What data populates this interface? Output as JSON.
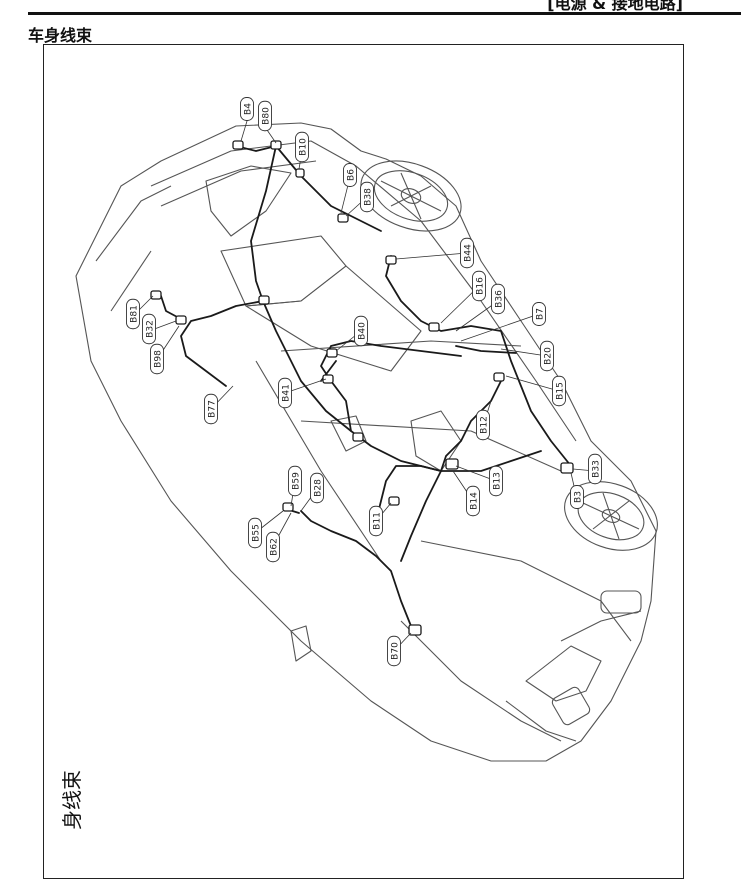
{
  "header": {
    "title": "[电源 & 接地电路]"
  },
  "section": {
    "title": "车身线束"
  },
  "side_caption": "身线束",
  "connectors": [
    {
      "id": "b4",
      "label": "B4"
    },
    {
      "id": "b80",
      "label": "B80"
    },
    {
      "id": "b10",
      "label": "B10"
    },
    {
      "id": "b6",
      "label": "B6"
    },
    {
      "id": "b38",
      "label": "B38"
    },
    {
      "id": "b44",
      "label": "B44"
    },
    {
      "id": "b16",
      "label": "B16"
    },
    {
      "id": "b36",
      "label": "B36"
    },
    {
      "id": "b7",
      "label": "B7"
    },
    {
      "id": "b20",
      "label": "B20"
    },
    {
      "id": "b15",
      "label": "B15"
    },
    {
      "id": "b81",
      "label": "B81"
    },
    {
      "id": "b32",
      "label": "B32"
    },
    {
      "id": "b98",
      "label": "B98"
    },
    {
      "id": "b40",
      "label": "B40"
    },
    {
      "id": "b41",
      "label": "B41"
    },
    {
      "id": "b77",
      "label": "B77"
    },
    {
      "id": "b12",
      "label": "B12"
    },
    {
      "id": "b13",
      "label": "B13"
    },
    {
      "id": "b14",
      "label": "B14"
    },
    {
      "id": "b33",
      "label": "B33"
    },
    {
      "id": "b3",
      "label": "B3"
    },
    {
      "id": "b59",
      "label": "B59"
    },
    {
      "id": "b28",
      "label": "B28"
    },
    {
      "id": "b11",
      "label": "B11"
    },
    {
      "id": "b55",
      "label": "B55"
    },
    {
      "id": "b62",
      "label": "B62"
    },
    {
      "id": "b70",
      "label": "B70"
    }
  ]
}
